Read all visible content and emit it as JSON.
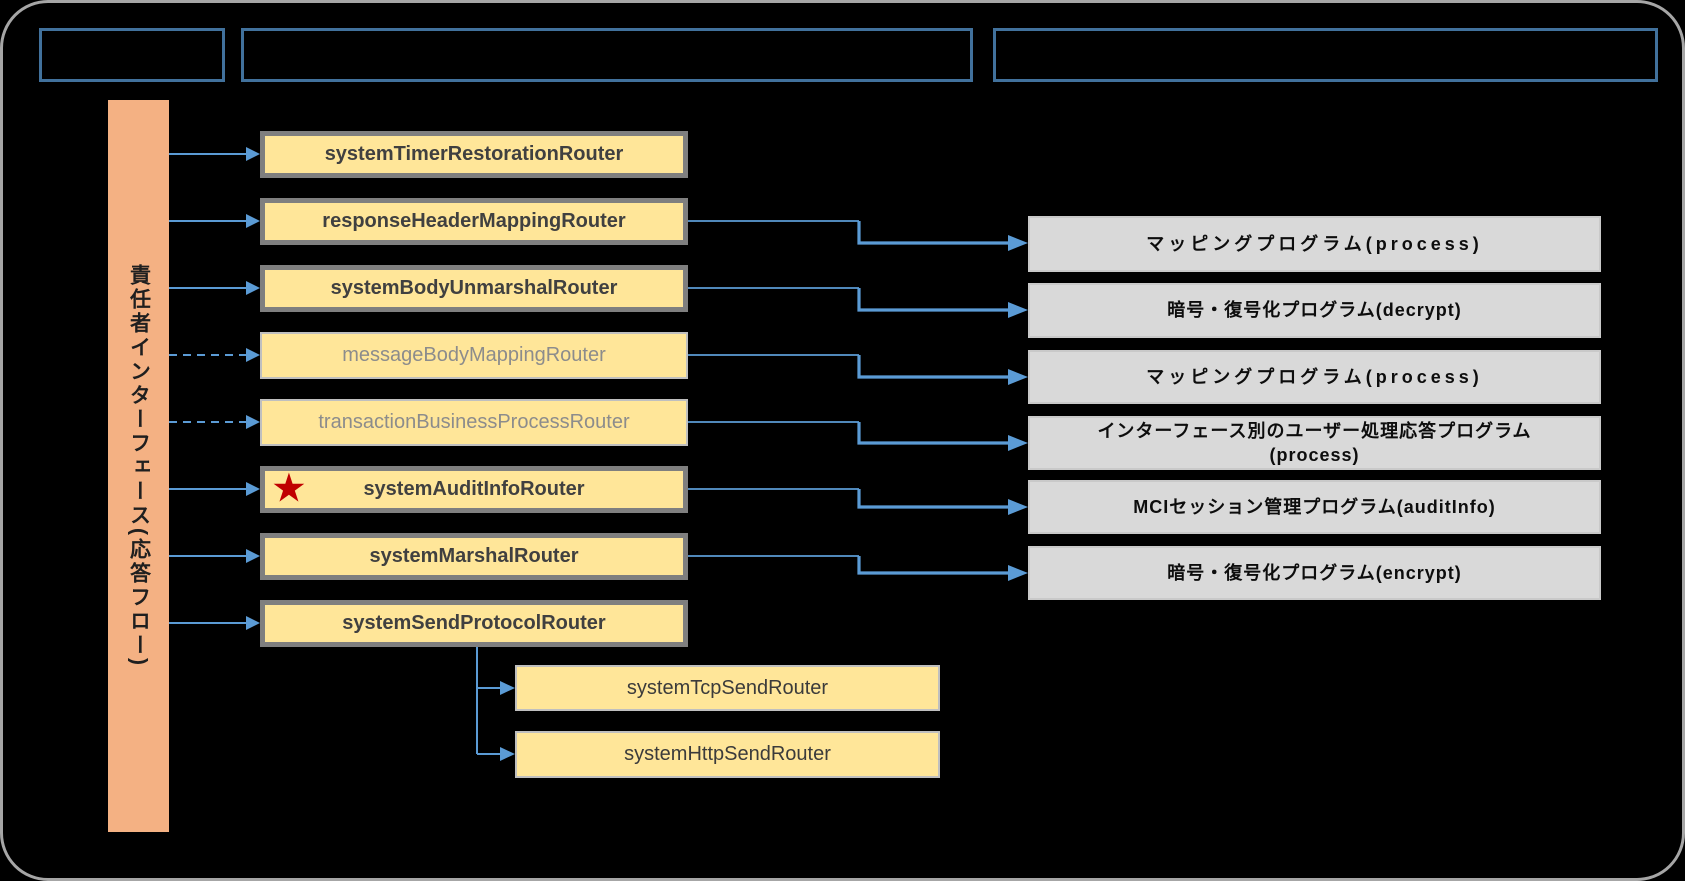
{
  "lane": {
    "label": "責任者インターフェース(応答フロー)",
    "fill": "#F4B183"
  },
  "header_boxes": [
    {
      "label": ""
    },
    {
      "label": ""
    },
    {
      "label": ""
    }
  ],
  "icons": {
    "star": "★",
    "star_color": "#C00000"
  },
  "routers": [
    {
      "label": "systemTimerRestorationRouter",
      "style": "bold",
      "inbound_arrow": "solid",
      "starred": false,
      "target_program": null
    },
    {
      "label": "responseHeaderMappingRouter",
      "style": "bold",
      "inbound_arrow": "solid",
      "starred": false,
      "target_program": "マッピングプログラム(process)"
    },
    {
      "label": "systemBodyUnmarshalRouter",
      "style": "bold",
      "inbound_arrow": "solid",
      "starred": false,
      "target_program": "暗号・復号化プログラム(decrypt)"
    },
    {
      "label": "messageBodyMappingRouter",
      "style": "muted",
      "inbound_arrow": "dashed",
      "starred": false,
      "target_program": "マッピングプログラム(process)"
    },
    {
      "label": "transactionBusinessProcessRouter",
      "style": "muted",
      "inbound_arrow": "dashed",
      "starred": false,
      "target_program": "インターフェース別のユーザー処理応答プログラム(process)"
    },
    {
      "label": "systemAuditInfoRouter",
      "style": "bold",
      "inbound_arrow": "solid",
      "starred": true,
      "target_program": "MCIセッション管理プログラム(auditInfo)"
    },
    {
      "label": "systemMarshalRouter",
      "style": "bold",
      "inbound_arrow": "solid",
      "starred": false,
      "target_program": "暗号・復号化プログラム(encrypt)"
    },
    {
      "label": "systemSendProtocolRouter",
      "style": "bold",
      "inbound_arrow": "solid",
      "starred": false,
      "target_program": null
    }
  ],
  "sub_routers": [
    {
      "label": "systemTcpSendRouter",
      "parent": "systemSendProtocolRouter"
    },
    {
      "label": "systemHttpSendRouter",
      "parent": "systemSendProtocolRouter"
    }
  ],
  "programs": [
    {
      "label": "マッピングプログラム(process)"
    },
    {
      "label": "暗号・復号化プログラム(decrypt)"
    },
    {
      "label": "マッピングプログラム(process)"
    },
    {
      "label": "インターフェース別のユーザー処理応答プログラム\n(process)"
    },
    {
      "label": "MCIセッション管理プログラム(auditInfo)"
    },
    {
      "label": "暗号・復号化プログラム(encrypt)"
    }
  ],
  "colors": {
    "background": "#000000",
    "outer_border": "#A6A6A6",
    "header_border": "#41719C",
    "lane_fill": "#F4B183",
    "router_fill": "#FFE699",
    "router_border_bold": "#7F7F7F",
    "router_border_muted": "#BFBFBF",
    "router_text_bold": "#404040",
    "router_text_muted": "#8C8C8C",
    "program_fill": "#D9D9D9",
    "program_border": "#C9C9C9",
    "connector_blue": "#5B9BD5",
    "star_red": "#C00000"
  }
}
